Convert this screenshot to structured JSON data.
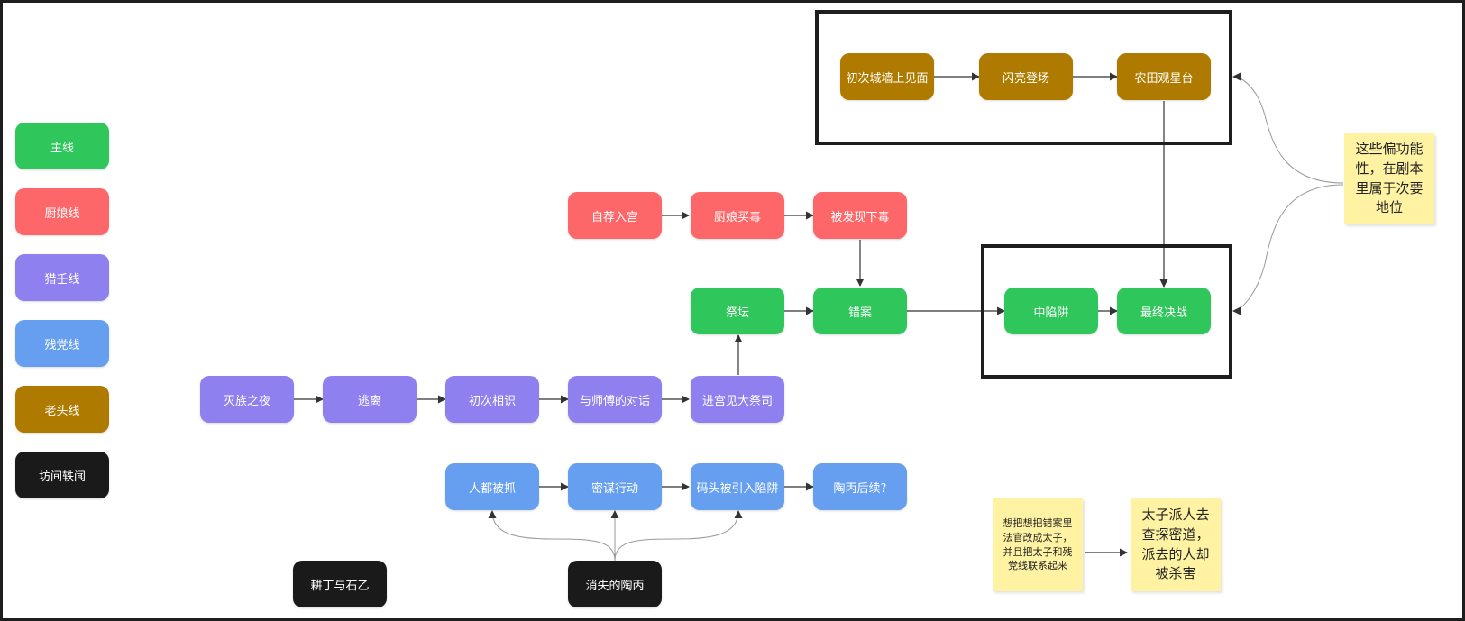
{
  "colors": {
    "main": "#2fc65c",
    "cook": "#fe6769",
    "hunter": "#8f80f0",
    "remnant": "#679ff0",
    "oldman": "#ae7b00",
    "rumor": "#1a1a1a"
  },
  "legend": {
    "main": "主线",
    "cook": "厨娘线",
    "hunter": "猎壬线",
    "remnant": "残党线",
    "oldman": "老头线",
    "rumor": "坊间轶闻"
  },
  "nodes": {
    "chuci_chengqiang": "初次城墙上见面",
    "shanliang": "闪亮登场",
    "nongtian": "农田观星台",
    "zijian": "自荐入宫",
    "chuniang_maidu": "厨娘买毒",
    "beifaxian": "被发现下毒",
    "jitan": "祭坛",
    "cuoan": "错案",
    "zhongxianjing": "中陷阱",
    "zuizhong": "最终决战",
    "miezu": "灭族之夜",
    "taoli": "逃离",
    "chuci_xiangshi": "初次相识",
    "yu_shifu": "与师傅的对话",
    "jingong": "进宫见大祭司",
    "rendou": "人都被抓",
    "mimou": "密谋行动",
    "matou": "码头被引入陷阱",
    "taobing_houxu": "陶丙后续?",
    "gengding": "耕丁与石乙",
    "xiaoshi_taobing": "消失的陶丙"
  },
  "notes": {
    "secondary": "这些偏功能性，在剧本里属于次要地位",
    "idea": "想把想把错案里法官改成太子，并且把太子和残党线联系起来",
    "prince": "太子派人去查探密道，派去的人却被杀害"
  }
}
